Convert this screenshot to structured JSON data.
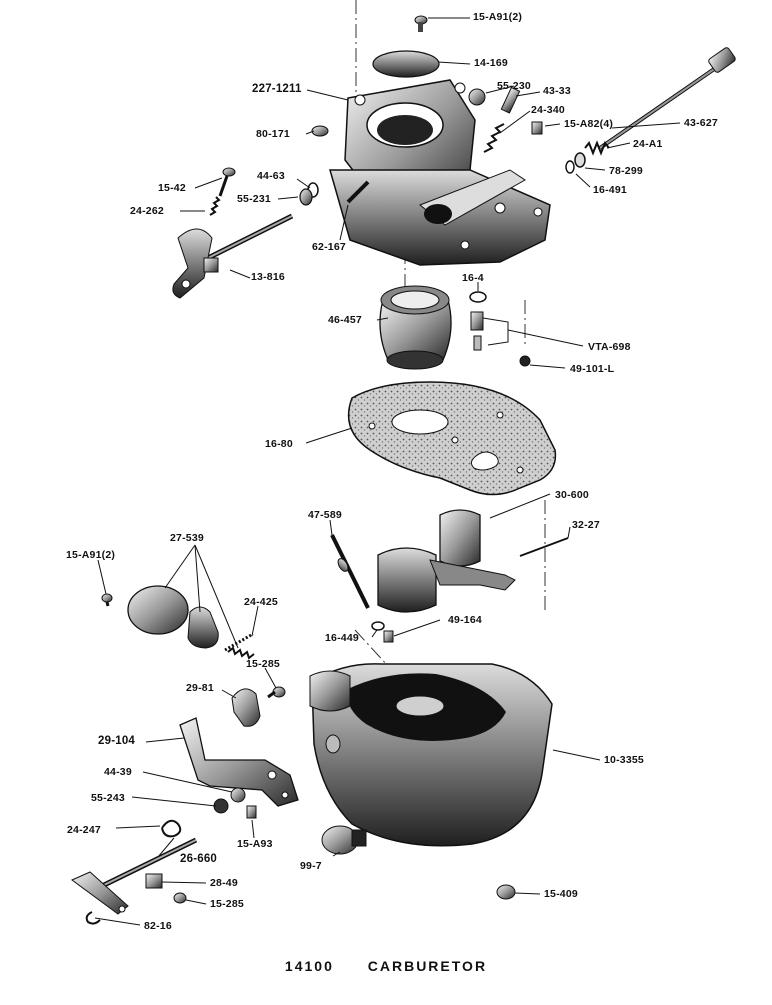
{
  "labels": {
    "p_15_a91_top": "15-A91(2)",
    "p_14_169": "14-169",
    "p_227_1211": "227-1211",
    "p_55_230": "55-230",
    "p_43_33": "43-33",
    "p_24_340": "24-340",
    "p_80_171": "80-171",
    "p_15_a82": "15-A82(4)",
    "p_43_627": "43-627",
    "p_24_a1": "24-A1",
    "p_44_63": "44-63",
    "p_78_299": "78-299",
    "p_15_42": "15-42",
    "p_55_231": "55-231",
    "p_16_491": "16-491",
    "p_24_262": "24-262",
    "p_62_167": "62-167",
    "p_13_816": "13-816",
    "p_16_4": "16-4",
    "p_46_457": "46-457",
    "p_vta_698": "VTA-698",
    "p_49_101_l": "49-101-L",
    "p_16_80": "16-80",
    "p_30_600": "30-600",
    "p_47_589": "47-589",
    "p_32_27": "32-27",
    "p_27_539": "27-539",
    "p_15_a91_left": "15-A91(2)",
    "p_24_425": "24-425",
    "p_16_449": "16-449",
    "p_49_164": "49-164",
    "p_15_285_upper": "15-285",
    "p_29_81": "29-81",
    "p_29_104": "29-104",
    "p_10_3355": "10-3355",
    "p_44_39": "44-39",
    "p_55_243": "55-243",
    "p_24_247": "24-247",
    "p_15_a93": "15-A93",
    "p_26_660": "26-660",
    "p_99_7": "99-7",
    "p_28_49": "28-49",
    "p_15_285_lower": "15-285",
    "p_15_409": "15-409",
    "p_82_16": "82-16"
  },
  "caption": {
    "number": "14100",
    "title": "CARBURETOR"
  }
}
